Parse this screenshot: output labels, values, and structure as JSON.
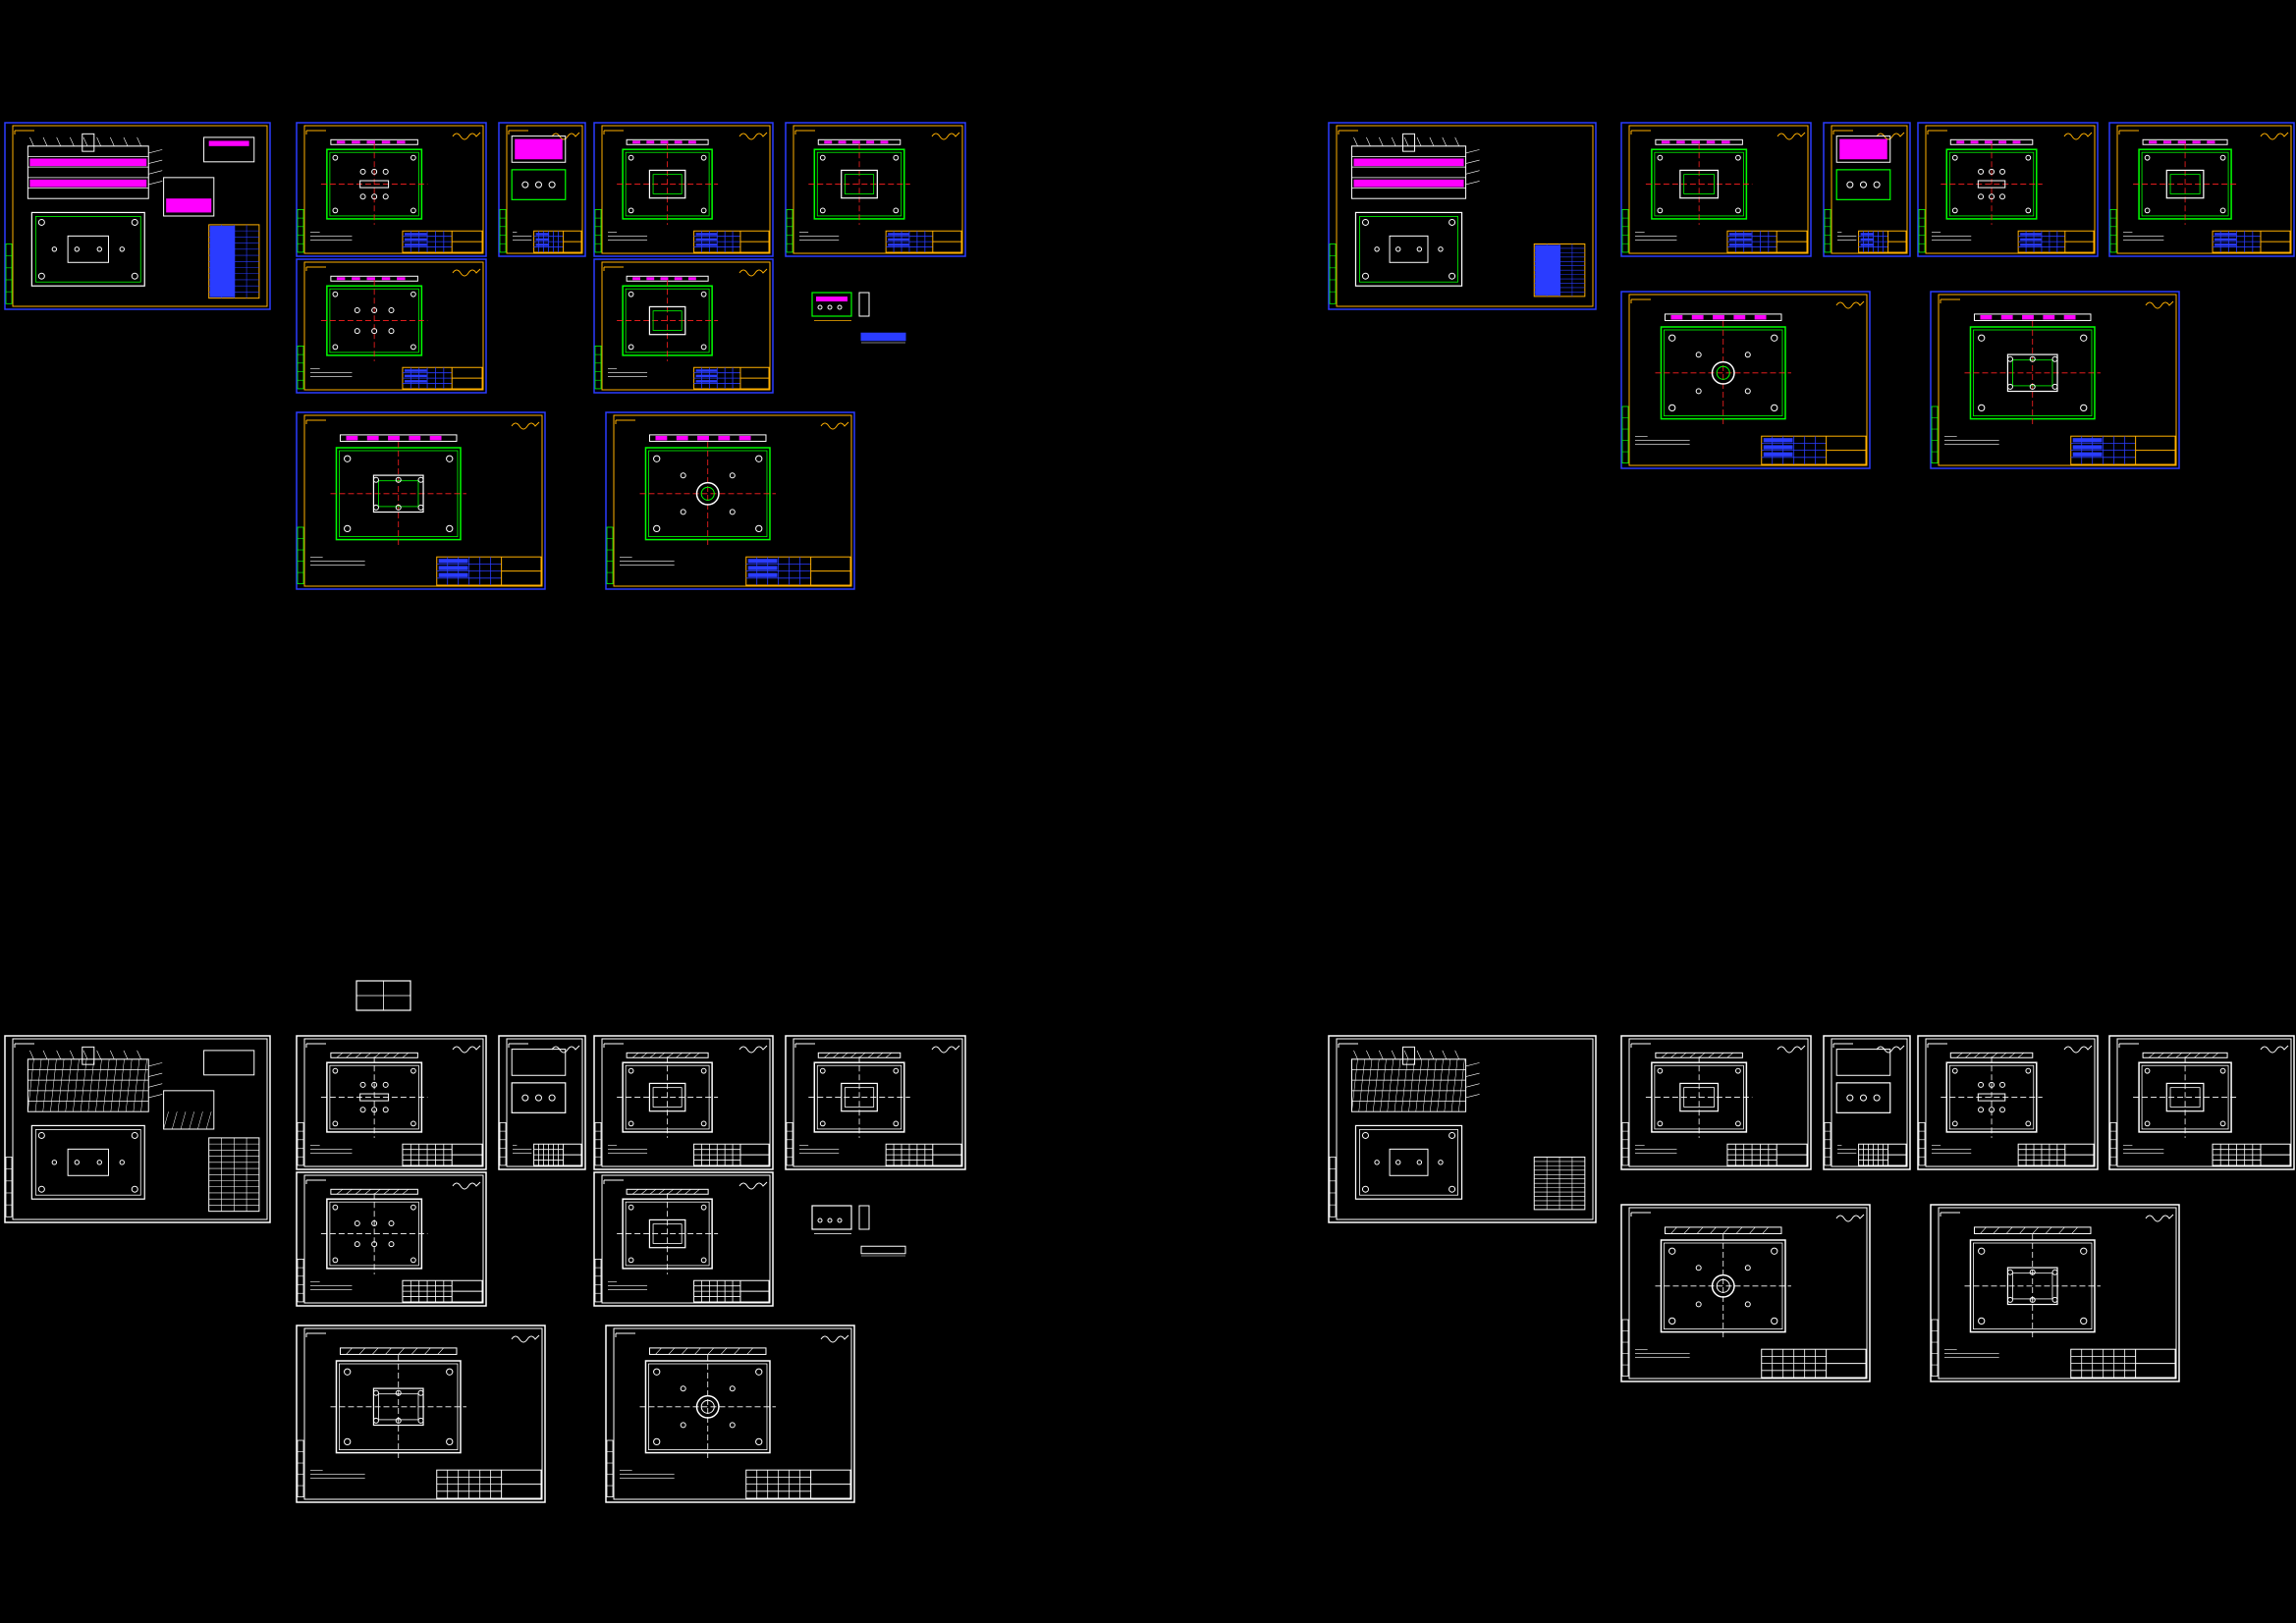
{
  "canvas": {
    "background": "#000000",
    "palette": {
      "frame_color": "#2a3cff",
      "border_color": "#ffffff",
      "accent_color": "#ffb000",
      "section_color": "#ff00ff",
      "part_color": "#00ff00",
      "center_color": "#ff2020",
      "monochrome_color": "#ffffff"
    }
  },
  "groups": [
    {
      "id": "top-left",
      "style": "colored"
    },
    {
      "id": "top-right",
      "style": "colored"
    },
    {
      "id": "bottom-left",
      "style": "monochrome"
    },
    {
      "id": "bottom-right",
      "style": "monochrome"
    }
  ],
  "sheets": [
    {
      "group": "top-left",
      "type": "assembly"
    },
    {
      "group": "top-left",
      "type": "plate-slot"
    },
    {
      "group": "top-left",
      "type": "small-part"
    },
    {
      "group": "top-left",
      "type": "plate-rect"
    },
    {
      "group": "top-left",
      "type": "plate-rect"
    },
    {
      "group": "top-left",
      "type": "plate-holes"
    },
    {
      "group": "top-left",
      "type": "plate-rect"
    },
    {
      "group": "top-left",
      "type": "plate-holes-slot"
    },
    {
      "group": "top-left",
      "type": "plate-round"
    },
    {
      "group": "top-right",
      "type": "assembly-compact"
    },
    {
      "group": "top-right",
      "type": "plate-rect"
    },
    {
      "group": "top-right",
      "type": "small-part"
    },
    {
      "group": "top-right",
      "type": "plate-slot"
    },
    {
      "group": "top-right",
      "type": "plate-rect"
    },
    {
      "group": "top-right",
      "type": "plate-round"
    },
    {
      "group": "top-right",
      "type": "plate-holes-slot"
    },
    {
      "group": "bottom-left",
      "type": "assembly"
    },
    {
      "group": "bottom-left",
      "type": "plate-slot"
    },
    {
      "group": "bottom-left",
      "type": "small-part"
    },
    {
      "group": "bottom-left",
      "type": "plate-rect"
    },
    {
      "group": "bottom-left",
      "type": "plate-rect"
    },
    {
      "group": "bottom-left",
      "type": "plate-holes"
    },
    {
      "group": "bottom-left",
      "type": "plate-rect"
    },
    {
      "group": "bottom-left",
      "type": "plate-holes-slot"
    },
    {
      "group": "bottom-left",
      "type": "plate-round"
    },
    {
      "group": "bottom-right",
      "type": "assembly-compact"
    },
    {
      "group": "bottom-right",
      "type": "plate-rect"
    },
    {
      "group": "bottom-right",
      "type": "small-part"
    },
    {
      "group": "bottom-right",
      "type": "plate-slot"
    },
    {
      "group": "bottom-right",
      "type": "plate-rect"
    },
    {
      "group": "bottom-right",
      "type": "plate-round"
    },
    {
      "group": "bottom-right",
      "type": "plate-holes-slot"
    }
  ],
  "loose_parts": [
    {
      "group": "top-left",
      "type": "detail-small"
    },
    {
      "group": "bottom-left",
      "type": "detail-small"
    },
    {
      "group": "bottom-left",
      "type": "detail-box"
    }
  ]
}
